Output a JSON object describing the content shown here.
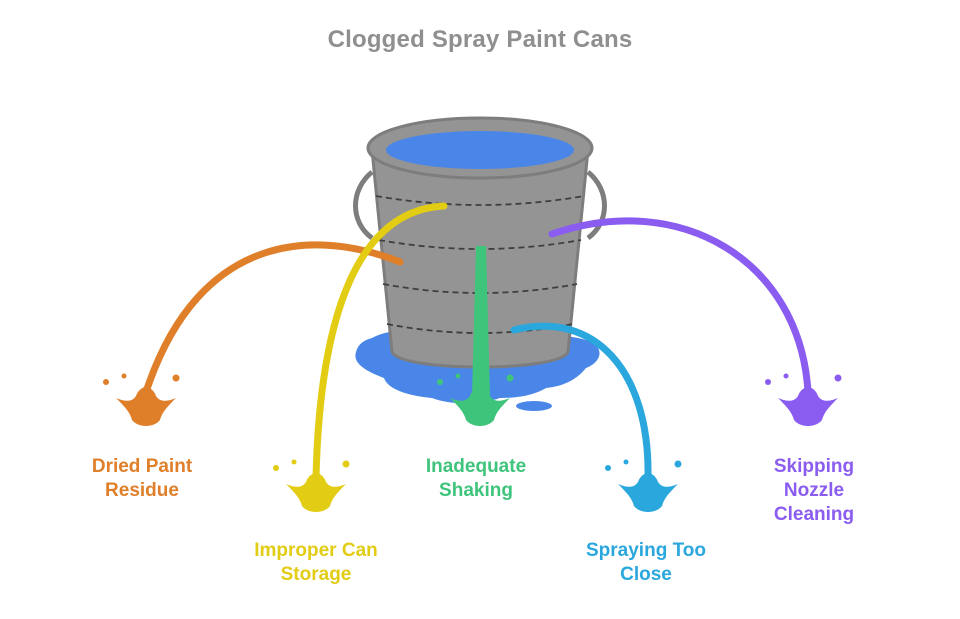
{
  "title": "Clogged Spray Paint Cans",
  "colors": {
    "bucket": "#949494",
    "bucket_outline": "#7d7d7d",
    "paint": "#4a86e8",
    "dried_paint_residue": "#e07f2a",
    "improper_can_storage": "#e2cc14",
    "inadequate_shaking": "#3fc47c",
    "spraying_too_close": "#2aa7dd",
    "skipping_nozzle_cleaning": "#8a5cf0"
  },
  "icons": [
    "bucket-icon",
    "paint-puddle-icon",
    "paint-splash-icon"
  ],
  "causes": [
    {
      "id": "dried_paint_residue",
      "lines": [
        "Dried Paint",
        "Residue"
      ]
    },
    {
      "id": "improper_can_storage",
      "lines": [
        "Improper Can",
        "Storage"
      ]
    },
    {
      "id": "inadequate_shaking",
      "lines": [
        "Inadequate",
        "Shaking"
      ]
    },
    {
      "id": "spraying_too_close",
      "lines": [
        "Spraying Too",
        "Close"
      ]
    },
    {
      "id": "skipping_nozzle_cleaning",
      "lines": [
        "Skipping",
        "Nozzle",
        "Cleaning"
      ]
    }
  ]
}
